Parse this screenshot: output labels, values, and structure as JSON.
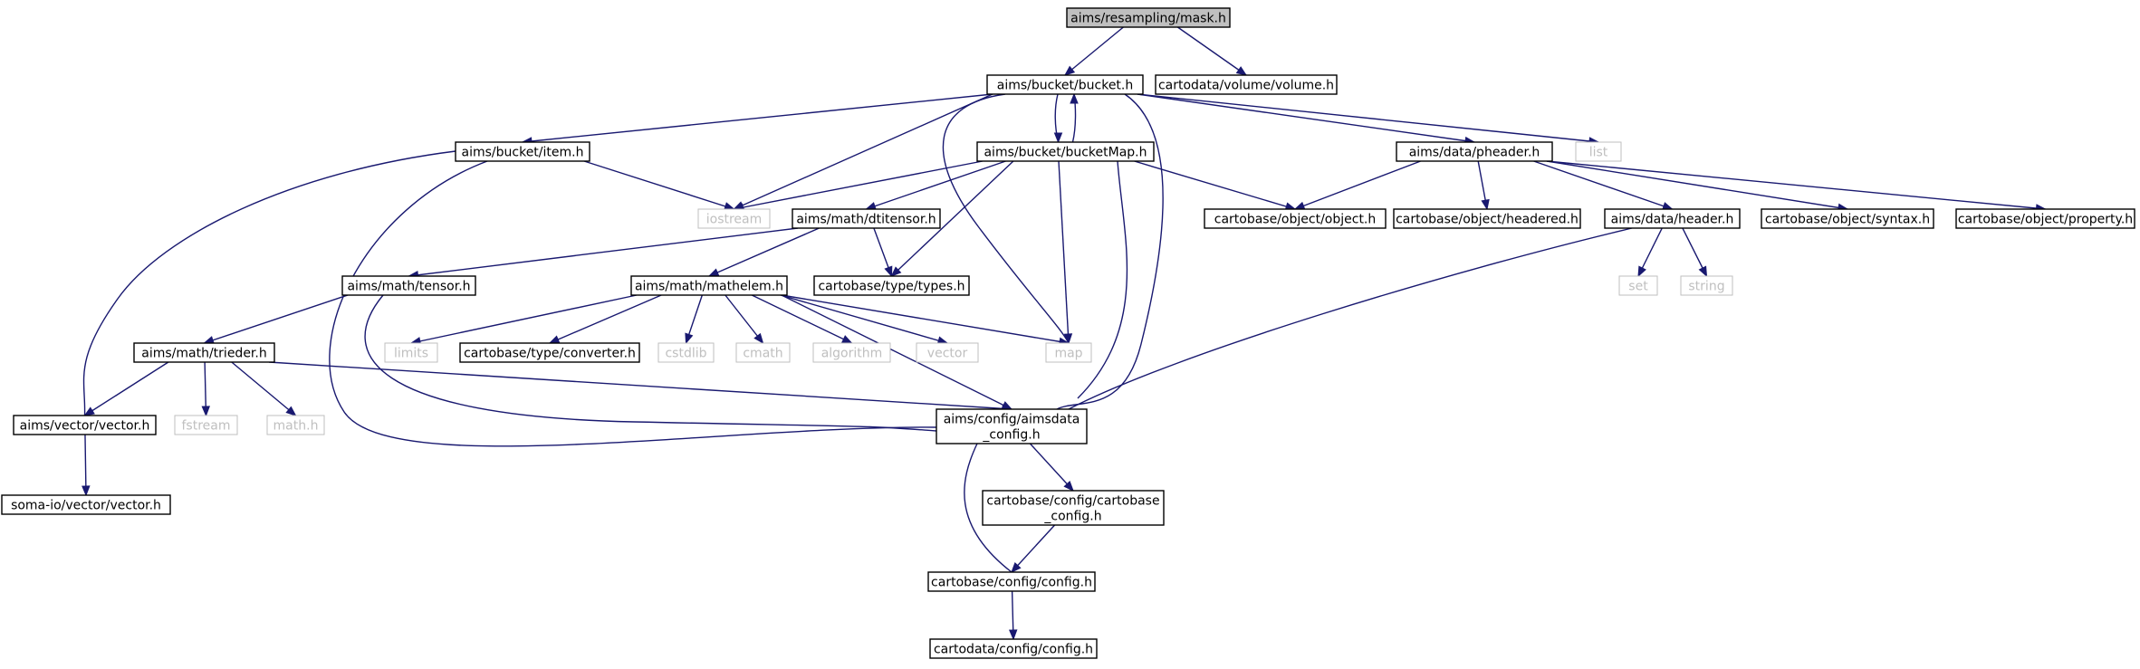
{
  "colors": {
    "edge": "#191970",
    "root_fill": "#bfbfbf",
    "node_border": "#000000",
    "external_border": "#bfbfbf",
    "external_text": "#bfbfbf",
    "text": "#000000"
  },
  "nodes": {
    "mask_h": {
      "label": "aims/resampling/mask.h",
      "kind": "root"
    },
    "bucket_h": {
      "label": "aims/bucket/bucket.h",
      "kind": "internal"
    },
    "volume_h": {
      "label": "cartodata/volume/volume.h",
      "kind": "internal"
    },
    "item_h": {
      "label": "aims/bucket/item.h",
      "kind": "internal"
    },
    "bucketmap_h": {
      "label": "aims/bucket/bucketMap.h",
      "kind": "internal"
    },
    "pheader_h": {
      "label": "aims/data/pheader.h",
      "kind": "internal"
    },
    "list": {
      "label": "list",
      "kind": "external"
    },
    "iostream": {
      "label": "iostream",
      "kind": "external"
    },
    "dtitensor_h": {
      "label": "aims/math/dtitensor.h",
      "kind": "internal"
    },
    "object_h": {
      "label": "cartobase/object/object.h",
      "kind": "internal"
    },
    "headered_h": {
      "label": "cartobase/object/headered.h",
      "kind": "internal"
    },
    "header_h": {
      "label": "aims/data/header.h",
      "kind": "internal"
    },
    "syntax_h": {
      "label": "cartobase/object/syntax.h",
      "kind": "internal"
    },
    "property_h": {
      "label": "cartobase/object/property.h",
      "kind": "internal"
    },
    "tensor_h": {
      "label": "aims/math/tensor.h",
      "kind": "internal"
    },
    "mathelem_h": {
      "label": "aims/math/mathelem.h",
      "kind": "internal"
    },
    "types_h": {
      "label": "cartobase/type/types.h",
      "kind": "internal"
    },
    "set": {
      "label": "set",
      "kind": "external"
    },
    "string": {
      "label": "string",
      "kind": "external"
    },
    "trieder_h": {
      "label": "aims/math/trieder.h",
      "kind": "internal"
    },
    "limits": {
      "label": "limits",
      "kind": "external"
    },
    "converter_h": {
      "label": "cartobase/type/converter.h",
      "kind": "internal"
    },
    "cstdlib": {
      "label": "cstdlib",
      "kind": "external"
    },
    "cmath": {
      "label": "cmath",
      "kind": "external"
    },
    "algorithm": {
      "label": "algorithm",
      "kind": "external"
    },
    "vector": {
      "label": "vector",
      "kind": "external"
    },
    "map": {
      "label": "map",
      "kind": "external"
    },
    "aims_vector_h": {
      "label": "aims/vector/vector.h",
      "kind": "internal"
    },
    "fstream": {
      "label": "fstream",
      "kind": "external"
    },
    "math_h": {
      "label": "math.h",
      "kind": "external"
    },
    "aimsdata_config_h": {
      "label": "aims/config/aimsdata\n_config.h",
      "kind": "internal"
    },
    "soma_vector_h": {
      "label": "soma-io/vector/vector.h",
      "kind": "internal"
    },
    "cartobase_config_h": {
      "label": "cartobase/config/cartobase\n_config.h",
      "kind": "internal"
    },
    "cartobase_cfg_h": {
      "label": "cartobase/config/config.h",
      "kind": "internal"
    },
    "cartodata_cfg_h": {
      "label": "cartodata/config/config.h",
      "kind": "internal"
    }
  },
  "edges": [
    [
      "mask_h",
      "bucket_h"
    ],
    [
      "mask_h",
      "volume_h"
    ],
    [
      "bucket_h",
      "item_h"
    ],
    [
      "bucket_h",
      "bucketmap_h"
    ],
    [
      "bucketmap_h",
      "bucket_h"
    ],
    [
      "bucket_h",
      "pheader_h"
    ],
    [
      "bucket_h",
      "list"
    ],
    [
      "bucket_h",
      "iostream"
    ],
    [
      "bucket_h",
      "map"
    ],
    [
      "bucket_h",
      "aimsdata_config_h"
    ],
    [
      "item_h",
      "iostream"
    ],
    [
      "item_h",
      "aims_vector_h"
    ],
    [
      "item_h",
      "aimsdata_config_h"
    ],
    [
      "bucketmap_h",
      "iostream"
    ],
    [
      "bucketmap_h",
      "dtitensor_h"
    ],
    [
      "bucketmap_h",
      "object_h"
    ],
    [
      "bucketmap_h",
      "types_h"
    ],
    [
      "bucketmap_h",
      "map"
    ],
    [
      "bucketmap_h",
      "aimsdata_config_h"
    ],
    [
      "pheader_h",
      "object_h"
    ],
    [
      "pheader_h",
      "headered_h"
    ],
    [
      "pheader_h",
      "header_h"
    ],
    [
      "pheader_h",
      "syntax_h"
    ],
    [
      "pheader_h",
      "property_h"
    ],
    [
      "dtitensor_h",
      "tensor_h"
    ],
    [
      "dtitensor_h",
      "mathelem_h"
    ],
    [
      "dtitensor_h",
      "types_h"
    ],
    [
      "header_h",
      "set"
    ],
    [
      "header_h",
      "string"
    ],
    [
      "header_h",
      "aimsdata_config_h"
    ],
    [
      "tensor_h",
      "trieder_h"
    ],
    [
      "tensor_h",
      "aimsdata_config_h"
    ],
    [
      "mathelem_h",
      "limits"
    ],
    [
      "mathelem_h",
      "converter_h"
    ],
    [
      "mathelem_h",
      "cstdlib"
    ],
    [
      "mathelem_h",
      "cmath"
    ],
    [
      "mathelem_h",
      "algorithm"
    ],
    [
      "mathelem_h",
      "vector"
    ],
    [
      "mathelem_h",
      "map"
    ],
    [
      "mathelem_h",
      "aimsdata_config_h"
    ],
    [
      "trieder_h",
      "aims_vector_h"
    ],
    [
      "trieder_h",
      "fstream"
    ],
    [
      "trieder_h",
      "math_h"
    ],
    [
      "trieder_h",
      "aimsdata_config_h"
    ],
    [
      "aims_vector_h",
      "soma_vector_h"
    ],
    [
      "aimsdata_config_h",
      "cartobase_config_h"
    ],
    [
      "aimsdata_config_h",
      "cartobase_cfg_h"
    ],
    [
      "cartobase_config_h",
      "cartobase_cfg_h"
    ],
    [
      "cartobase_cfg_h",
      "cartodata_cfg_h"
    ]
  ]
}
